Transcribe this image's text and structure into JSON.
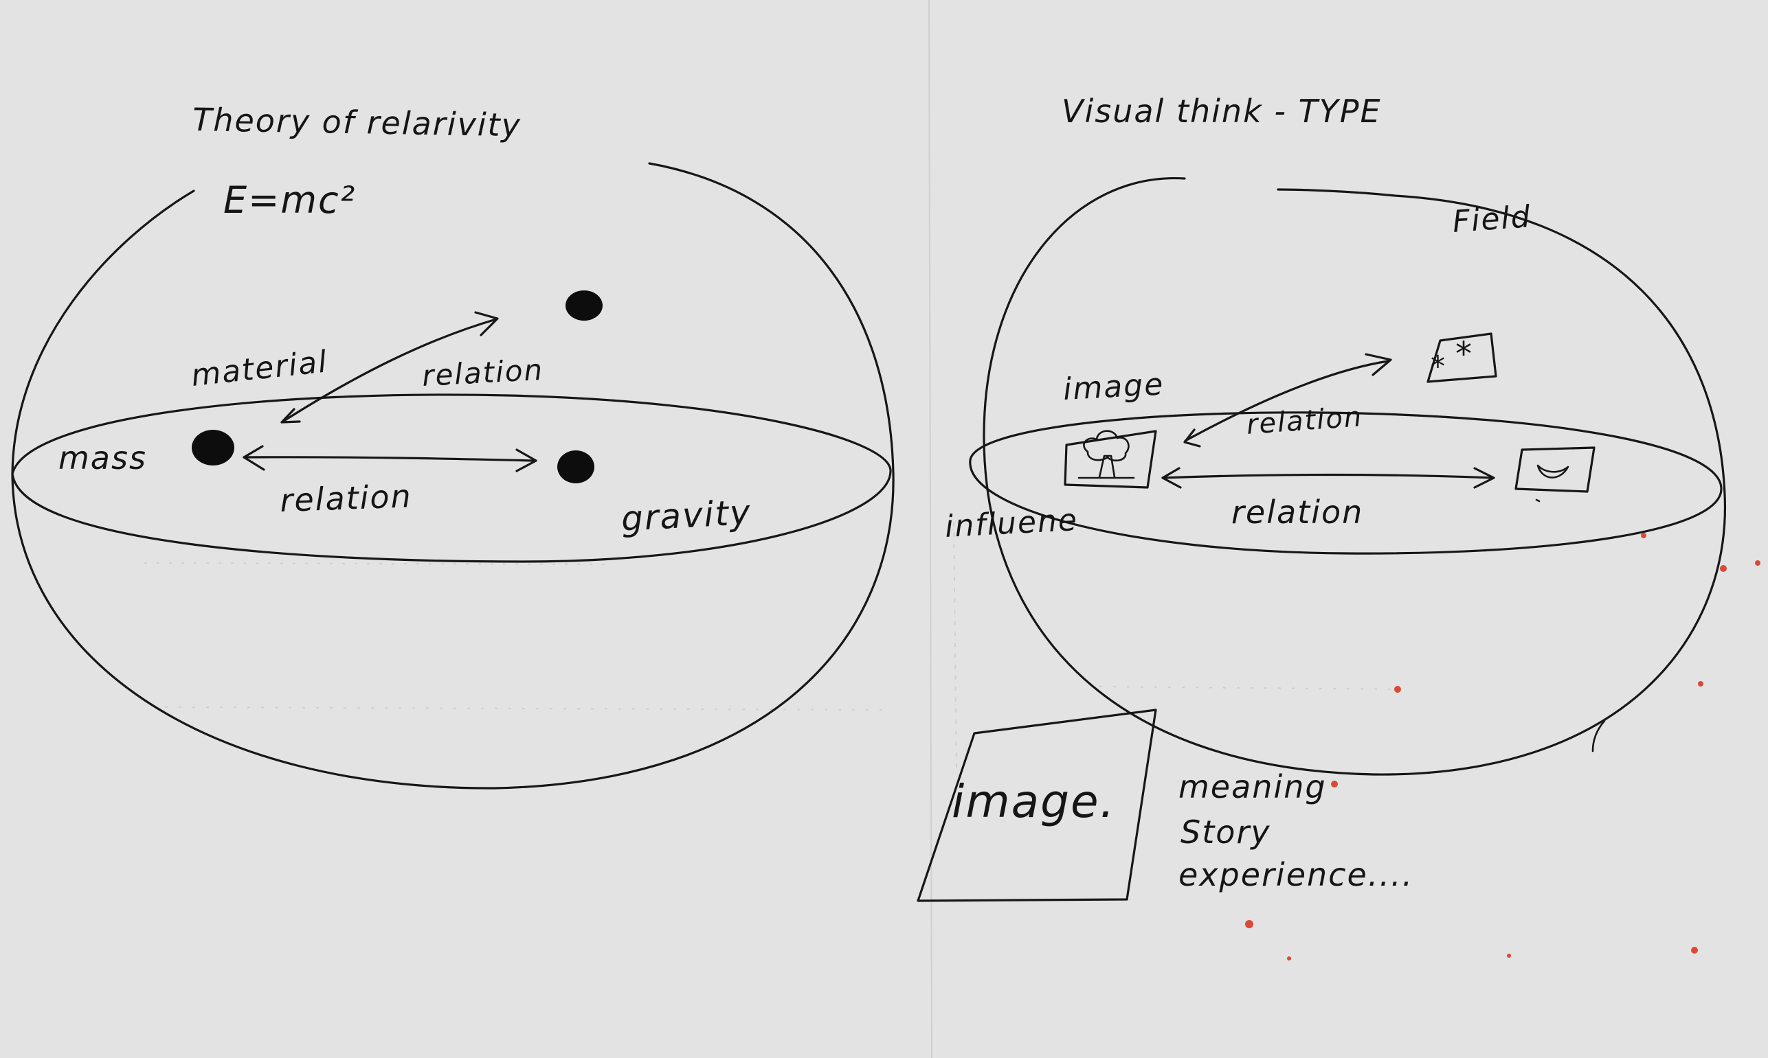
{
  "left_diagram": {
    "title": "Theory of relarivity",
    "formula": "E=mc²",
    "labels": {
      "material": "material",
      "relation_upper": "relation",
      "mass": "mass",
      "relation_lower": "relation",
      "gravity": "gravity"
    }
  },
  "right_diagram": {
    "title": "Visual think - TYPE",
    "labels": {
      "field": "Field",
      "image": "image",
      "relation_upper": "relation",
      "relation_lower": "relation",
      "influence": "influene"
    },
    "card": {
      "label": "image.",
      "notes": [
        "meaning",
        "Story",
        "experience...."
      ]
    }
  },
  "colors": {
    "paper": "#e3e3e3",
    "ink": "#171717",
    "marker_red": "#d94a36"
  },
  "icons": [
    "tree-icon",
    "stars-icon",
    "moon-icon"
  ]
}
